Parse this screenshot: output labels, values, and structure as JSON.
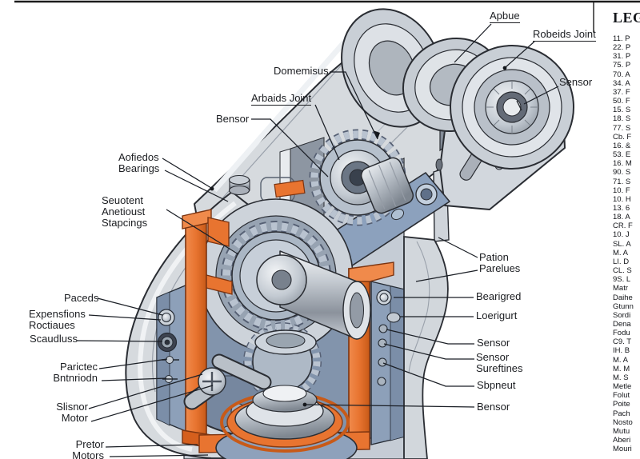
{
  "labels": {
    "apbue": {
      "text": "Apbue"
    },
    "robeids_joint": {
      "text": "Robeids Joint"
    },
    "sensor_top": {
      "text": "Sensor"
    },
    "domemisus": {
      "text": "Domemisus"
    },
    "arbaids_joint": {
      "text": "Arbaids Joint"
    },
    "bensor_top": {
      "text": "Bensor"
    },
    "aofiedos": {
      "line1": "Aofiedos",
      "line2": "Bearings"
    },
    "seuotent": {
      "line1": "Seuotent",
      "line2": "Anetioust",
      "line3": "Stapcings"
    },
    "paceds": {
      "text": "Paceds"
    },
    "expensfions": {
      "line1": "Expensfions",
      "line2": "Roctiaues"
    },
    "scaudluss": {
      "text": "Scaudluss"
    },
    "parictec": {
      "line1": "Parictec",
      "line2": "Bntnriodn"
    },
    "slisnor": {
      "line1": "Slisnor",
      "line2": "Motor"
    },
    "pretor": {
      "line1": "Pretor",
      "line2": "Motors"
    },
    "pation": {
      "line1": "Pation",
      "line2": "Parelues"
    },
    "bearigred": {
      "text": "Bearigred"
    },
    "loerigurt": {
      "text": "Loerigurt"
    },
    "sensor_mid": {
      "text": "Sensor"
    },
    "sensor_sureftines": {
      "line1": "Sensor",
      "line2": "Sureftines"
    },
    "sbpneut": {
      "text": "Sbpneut"
    },
    "bensor_bottom": {
      "text": "Bensor"
    }
  },
  "legend": {
    "title": "LEGEND",
    "items": [
      "11. P",
      "22. P",
      "31. P",
      "75. P",
      "70. A",
      "34. A",
      "37. F",
      "50. F",
      "15. S",
      "18. S",
      "77. S",
      "Cb. F",
      "16. &",
      "53. E",
      "16. M",
      "90. S",
      "71. S",
      "10. F",
      "10. H",
      "13. 6",
      "18. A",
      "CR. F",
      "10. J",
      "SL. A",
      "M. A",
      "LI. D",
      "CL. S",
      "9S. L",
      "Matr",
      "Daihe",
      "Gtunn",
      "Sordi",
      "Dena",
      "Fodu",
      "C9. T",
      "IH. B",
      "M. A",
      "M. M",
      "M. S",
      "Metle",
      "Folut",
      "Poite",
      "Pach",
      "Nosto",
      "Mutu",
      "Aberi",
      "Mouri"
    ]
  },
  "colors": {
    "orange": "#e87430",
    "steel_blue": "#8da0b9",
    "casing_gray": "#d6dade",
    "outline": "#2a2d33"
  }
}
